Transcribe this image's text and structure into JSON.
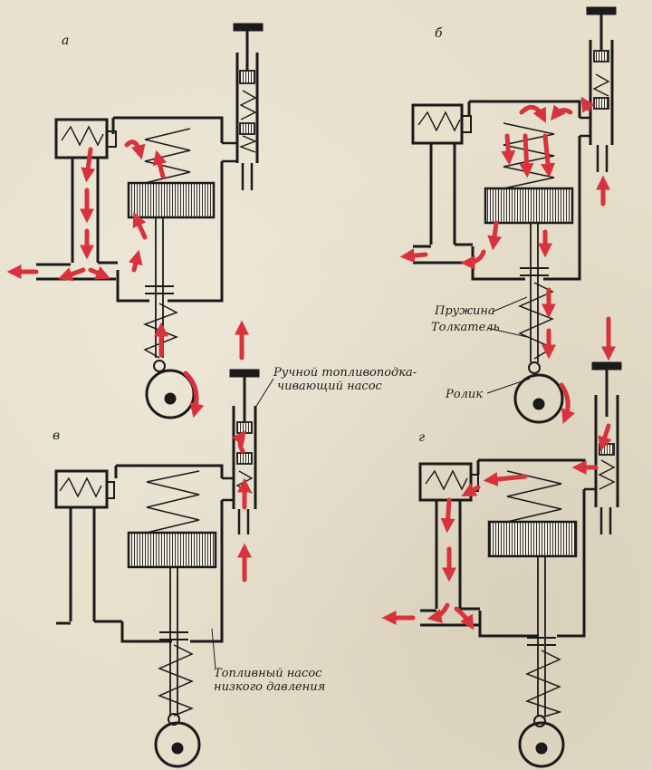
{
  "panels": {
    "a": "а",
    "b": "б",
    "v": "в",
    "g": "г"
  },
  "labels": {
    "hand_pump_line1": "Ручной топливоподка-",
    "hand_pump_line2": "чивающий насос",
    "spring": "Пружина",
    "pusher": "Толкатель",
    "roller": "Ролик",
    "low_pressure_line1": "Топливный насос",
    "low_pressure_line2": "низкого давления"
  },
  "colors": {
    "ink": "#1a1a1a",
    "arrow": "#d8323c",
    "paper": "#e6dfcb"
  }
}
